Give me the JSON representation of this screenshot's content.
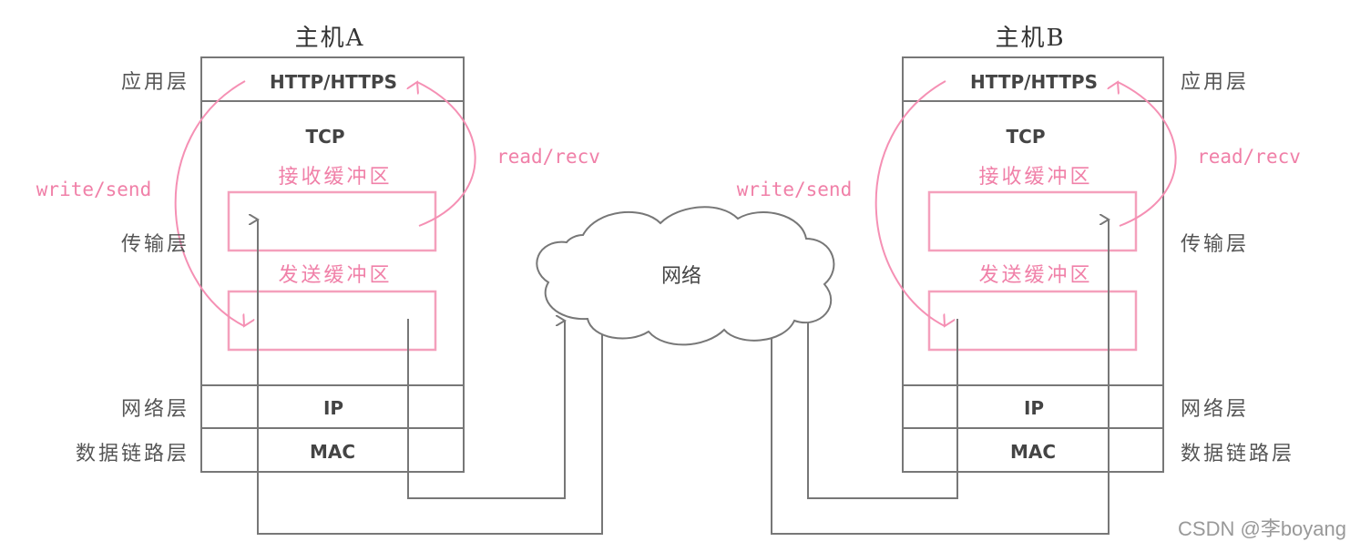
{
  "hosts": [
    {
      "title": "主机A",
      "app_protocol": "HTTP/HTTPS",
      "transport_protocol": "TCP",
      "recv_buffer": "接收缓冲区",
      "send_buffer": "发送缓冲区",
      "network_protocol": "IP",
      "link_protocol": "MAC",
      "write_call": "write/send",
      "read_call": "read/recv"
    },
    {
      "title": "主机B",
      "app_protocol": "HTTP/HTTPS",
      "transport_protocol": "TCP",
      "recv_buffer": "接收缓冲区",
      "send_buffer": "发送缓冲区",
      "network_protocol": "IP",
      "link_protocol": "MAC",
      "write_call": "write/send",
      "read_call": "read/recv"
    }
  ],
  "layers": {
    "application": "应用层",
    "transport": "传输层",
    "network": "网络层",
    "datalink": "数据链路层"
  },
  "network": {
    "label": "网络"
  },
  "watermark": "CSDN @李boyang",
  "colors": {
    "accent_pink": "#f080a8",
    "box_stroke": "#777777",
    "text_dark": "#333333"
  }
}
